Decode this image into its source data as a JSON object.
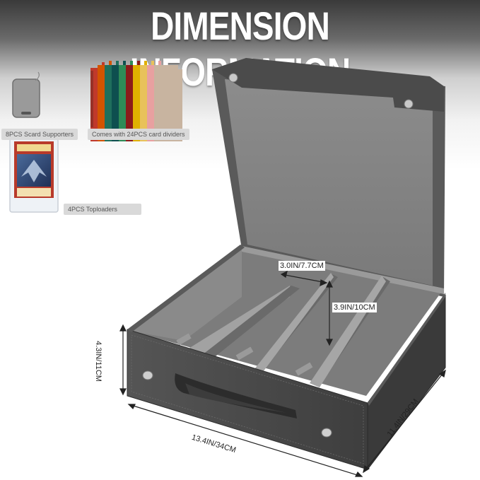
{
  "title": "DIMENSION INFORMATION",
  "accessories": {
    "supporters_label": "8PCS Scard Supporters",
    "dividers_label": "Comes with 24PCS card dividers",
    "toploaders_label": "4PCS Toploaders"
  },
  "dimensions": {
    "slot_width": "3.0IN/7.7CM",
    "slot_height": "3.9IN/10CM",
    "box_height": "4.3IN/11CM",
    "box_length": "13.4IN/34CM",
    "box_depth": "11.4IN/29CM"
  },
  "colors": {
    "box_exterior": "#4a4a4a",
    "box_interior": "#8e8e8e",
    "dividers": [
      "#c0392b",
      "#d35400",
      "#1f6f5c",
      "#0e4f4f",
      "#2e8b57",
      "#8b1a1a",
      "#e0b000",
      "#e8c25a",
      "#e8a0a0",
      "#c8b4a0"
    ]
  }
}
